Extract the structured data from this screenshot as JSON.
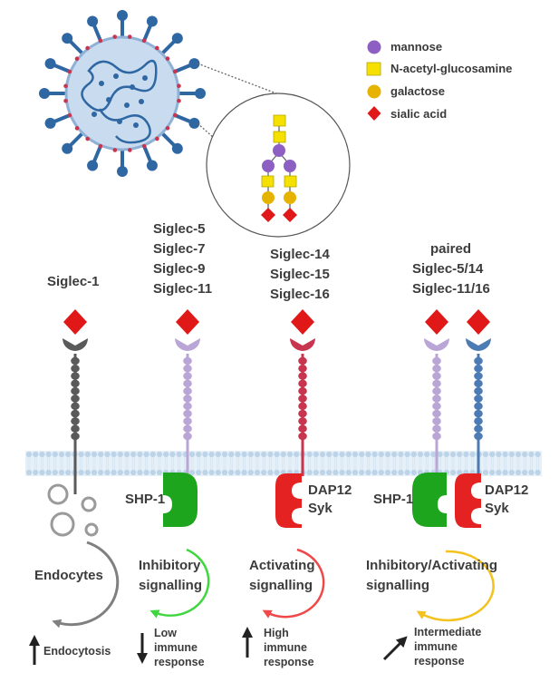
{
  "legend": {
    "items": [
      {
        "label": "mannose",
        "color": "#8e5fc2",
        "shape": "circle"
      },
      {
        "label": "N-acetyl-glucosamine",
        "color": "#f5e000",
        "shape": "square"
      },
      {
        "label": "galactose",
        "color": "#e6b400",
        "shape": "circle"
      },
      {
        "label": "sialic acid",
        "color": "#e01818",
        "shape": "diamond"
      }
    ]
  },
  "receptors": {
    "group1": [
      "Siglec-1"
    ],
    "group2": [
      "Siglec-5",
      "Siglec-7",
      "Siglec-9",
      "Siglec-11"
    ],
    "group3": [
      "Siglec-14",
      "Siglec-15",
      "Siglec-16"
    ],
    "group4": [
      "paired",
      "Siglec-5/14",
      "Siglec-11/16"
    ]
  },
  "adaptors": {
    "shp1_a": "SHP-1",
    "dap12_a": [
      "DAP12",
      "Syk"
    ],
    "shp1_b": "SHP-1",
    "dap12_b": [
      "DAP12",
      "Syk"
    ]
  },
  "outcomes": {
    "endocytes": "Endocytes",
    "inhibitory": [
      "Inhibitory",
      "signalling"
    ],
    "activating": [
      "Activating",
      "signalling"
    ],
    "inhib_act": [
      "Inhibitory/Activating",
      "signalling"
    ]
  },
  "responses": {
    "endocytosis": "Endocytosis",
    "low": [
      "Low",
      "immune",
      "response"
    ],
    "high": [
      "High",
      "immune",
      "response"
    ],
    "intermediate": [
      "Intermediate",
      "immune",
      "response"
    ]
  },
  "colors": {
    "sialic": "#e01818",
    "siglec1": "#5a5a5a",
    "inhibitory_receptor": "#b9a5d6",
    "activating_receptor": "#c8354f",
    "paired_activating": "#4d7cb5",
    "membrane": "#bcd3e8",
    "shp1": "#1ea51e",
    "dap12": "#e52222",
    "virus_body": "#c9dcef",
    "virus_spike": "#2f67a3",
    "arrow_gray": "#808080",
    "arrow_green": "#3fd63f",
    "arrow_red": "#f04848",
    "arrow_yellow": "#f4c21f"
  }
}
